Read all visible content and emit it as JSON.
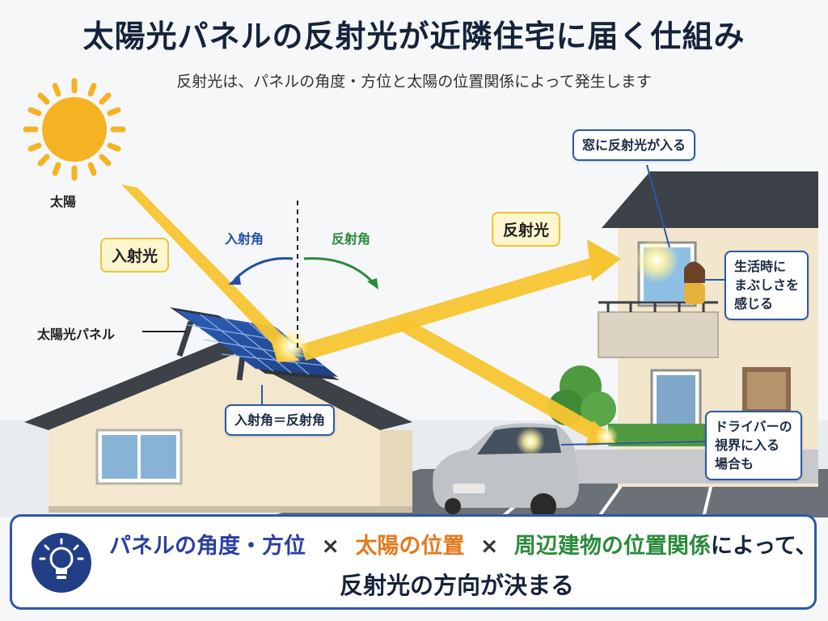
{
  "header": {
    "title": "太陽光パネルの反射光が近隣住宅に届く仕組み",
    "subtitle": "反射光は、パネルの角度・方位と太陽の位置関係によって発生します"
  },
  "labels": {
    "sun": "太陽",
    "incident_light": "入射光",
    "reflected_light": "反射光",
    "incident_angle": "入射角",
    "reflection_angle": "反射角",
    "panel": "太陽光パネル",
    "angle_equation": "入射角＝反射角",
    "window": "窓に反射光が入る",
    "resident": [
      "生活時に",
      "まぶしさを",
      "感じる"
    ],
    "driver": [
      "ドライバーの",
      "視界に入る",
      "場合も"
    ]
  },
  "footer": {
    "part1": "パネルの角度・方位",
    "times1": "×",
    "part2": "太陽の位置",
    "times2": "×",
    "part3": "周辺建物の位置関係",
    "part4": "によって、",
    "line2": "反射光の方向が決まる"
  },
  "colors": {
    "title": "#15233a",
    "accent_blue": "#2b5aa6",
    "sun": "#f5b324",
    "light_beam": "#f7c531",
    "footer_blue": "#2b3fa0",
    "footer_orange": "#e27a1c",
    "footer_green": "#2a8a3a",
    "incident_angle": "#234ea8",
    "reflection_angle": "#2a8a3a"
  },
  "icons": [
    "sun-icon",
    "solar-panel-icon",
    "house-icon",
    "car-icon",
    "person-icon",
    "lightbulb-icon"
  ]
}
